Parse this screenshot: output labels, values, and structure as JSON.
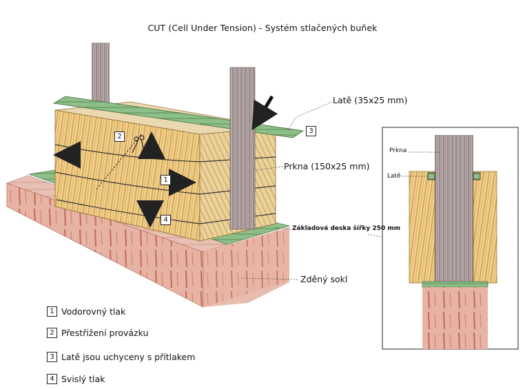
{
  "title": "CUT (Cell Under Tension) - Systém stlačených buňek",
  "labels": {
    "late": "Latě (35x25 mm)",
    "prkna": "Prkna (150x25 mm)",
    "deska": "Základová deska šířky 250 mm",
    "sokl": "Zděný sokl",
    "detail_prkna": "Prkna",
    "detail_late": "Latě"
  },
  "markers": {
    "m1": "1",
    "m2": "2",
    "m3": "3",
    "m4": "4"
  },
  "legend": [
    {
      "num": "1",
      "text": "Vodorovný tlak"
    },
    {
      "num": "2",
      "text": "Přestřižení provázku"
    },
    {
      "num": "3",
      "text": "Latě jsou uchyceny s přítlakem"
    },
    {
      "num": "4",
      "text": "Svislý tlak"
    }
  ],
  "colors": {
    "straw": "#e8c27a",
    "brick": "#d98a78",
    "green": "#7fae7a",
    "post": "#9a8a8a"
  }
}
